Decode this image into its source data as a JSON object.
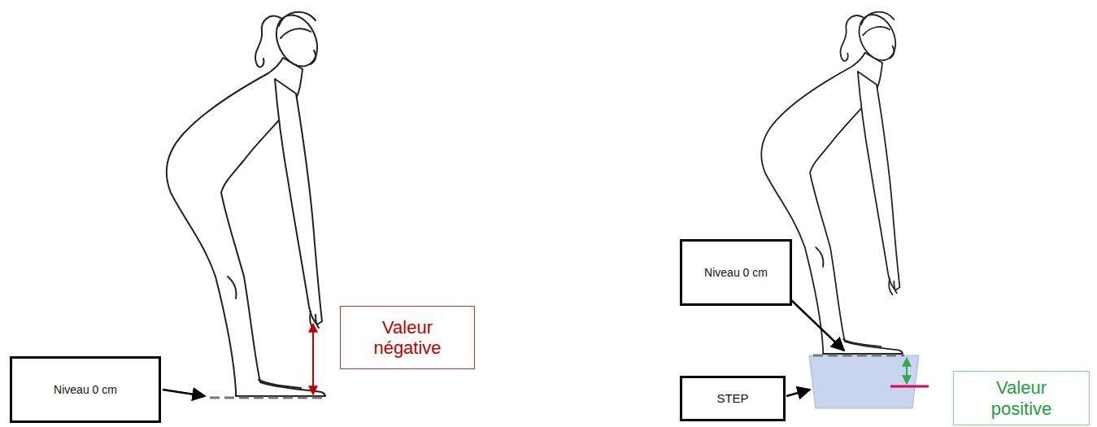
{
  "diagram": {
    "nodes": [
      {
        "text": [
          "Niveau 0 cm"
        ]
      },
      {
        "text": [
          "Valeur négative"
        ]
      },
      {
        "text": [
          "Niveau 0 cm"
        ]
      },
      {
        "text": [
          "STEP"
        ]
      },
      {
        "text": [
          "Valeur positive"
        ]
      }
    ]
  }
}
